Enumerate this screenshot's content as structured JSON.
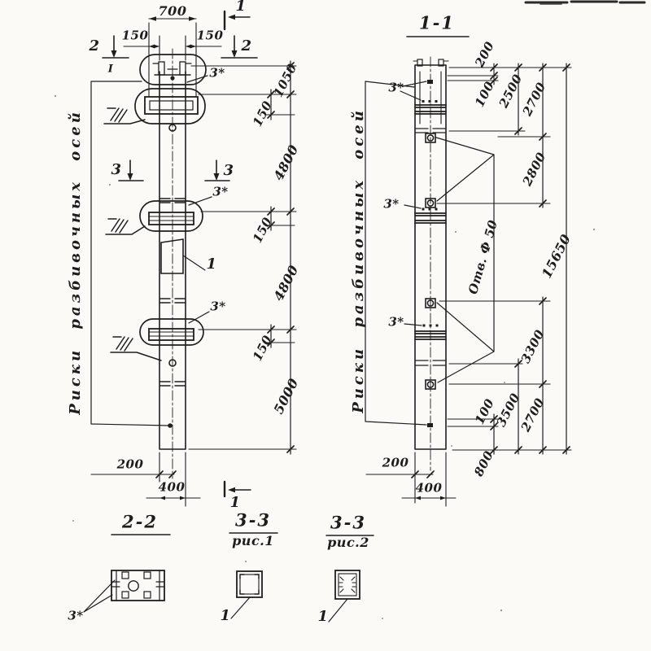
{
  "meta": {
    "paper_color": "#fbfaf6",
    "ink_color": "#1e1e1e"
  },
  "left_view": {
    "dims": {
      "top_width": "700",
      "top_left_offset": "150",
      "top_right_offset": "150",
      "seg_1050": "1050",
      "seg_150_a": "150",
      "seg_4800_a": "4800",
      "seg_150_b": "150",
      "seg_4800_b": "4800",
      "seg_150_c": "150",
      "seg_5000": "5000",
      "bottom_200": "200",
      "bottom_400": "400"
    },
    "marks": {
      "section_1_top": "1",
      "section_1_bottom": "1",
      "section_2_left": "2",
      "section_2_right": "2",
      "section_3_left": "3",
      "section_3_right": "3",
      "detail_i": "I",
      "callout_3_top": "3*",
      "callout_3_mid": "3*",
      "callout_3_low": "3*",
      "callout_1": "1"
    },
    "axes_note": "Риски разбивочных осей"
  },
  "right_view": {
    "title": "1-1",
    "dims": {
      "top_200": "200",
      "top_100": "100",
      "seg_2500": "2500",
      "seg_2700_top": "2700",
      "seg_2800": "2800",
      "overall_15650": "15650",
      "seg_3300": "3300",
      "seg_3500": "3500",
      "seg_2700_bottom": "2700",
      "bottom_100": "100",
      "bottom_800": "800",
      "bottom_200": "200",
      "bottom_400": "400"
    },
    "marks": {
      "callout_3_top": "3*",
      "callout_3_mid": "3*",
      "callout_3_low": "3*"
    },
    "hole_note": "Отв. Ф 50",
    "axes_note": "Риски разбивочных осей"
  },
  "sections": {
    "s22": {
      "title": "2-2",
      "callout_3": "3*"
    },
    "s33_1": {
      "title": "3-3",
      "subtitle": "рис.1",
      "callout_1": "1"
    },
    "s33_2": {
      "title": "3-3",
      "subtitle": "рис.2",
      "callout_1": "1"
    }
  }
}
